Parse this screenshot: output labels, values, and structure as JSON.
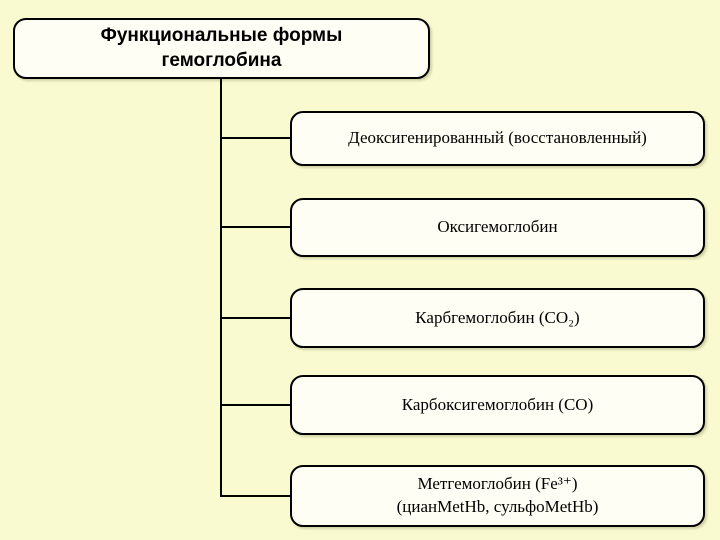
{
  "diagram": {
    "title": "Функциональные формы\nгемоглобина",
    "nodes": [
      {
        "label": "Деоксигенированный (восстановленный)"
      },
      {
        "label": "Оксигемоглобин"
      },
      {
        "label": "Карбгемоглобин (CO₂)"
      },
      {
        "label": "Карбоксигемоглобин (CO)"
      },
      {
        "label": "Метгемоглобин (Fe³⁺)\n(цианMetHb, сульфоMetHb)"
      }
    ],
    "colors": {
      "background": "#fafad0",
      "box_fill": "#fffef4",
      "line": "#000000"
    }
  }
}
